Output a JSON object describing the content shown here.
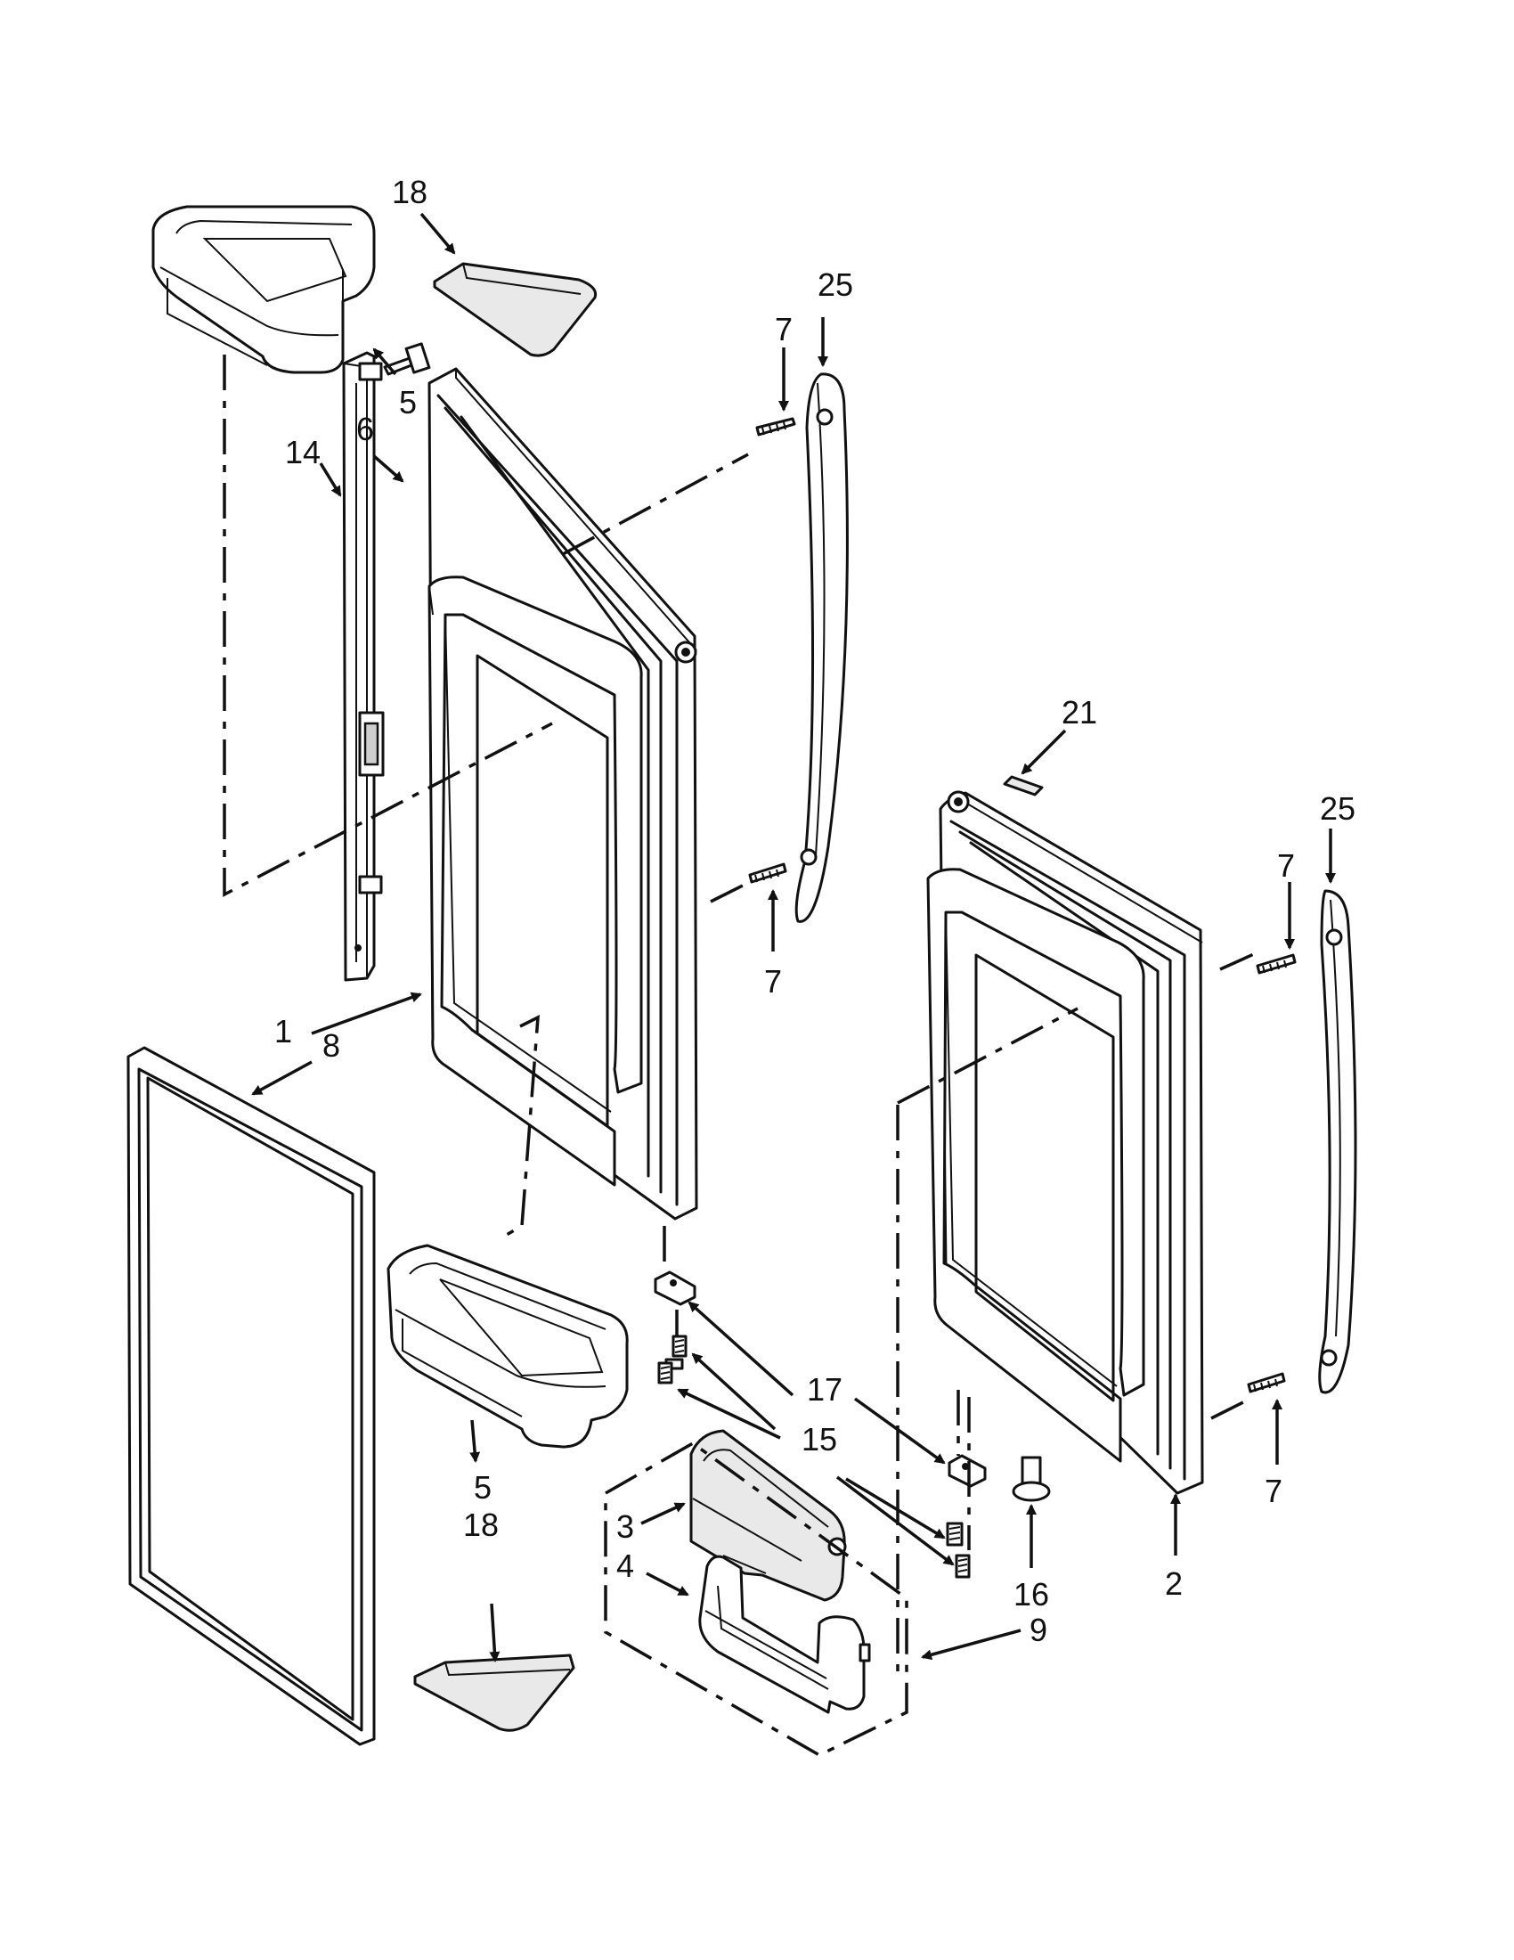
{
  "callouts": {
    "c18_top": "18",
    "c25_top": "25",
    "c7_a": "7",
    "c5_top": "5",
    "c6": "6",
    "c14": "14",
    "c7_b": "7",
    "c21": "21",
    "c25_right": "25",
    "c7_c": "7",
    "c1": "1",
    "c8": "8",
    "c17": "17",
    "c15": "15",
    "c5_bottom": "5",
    "c18_bottom": "18",
    "c3": "3",
    "c4": "4",
    "c16": "16",
    "c2": "2",
    "c9": "9",
    "c7_d": "7"
  }
}
